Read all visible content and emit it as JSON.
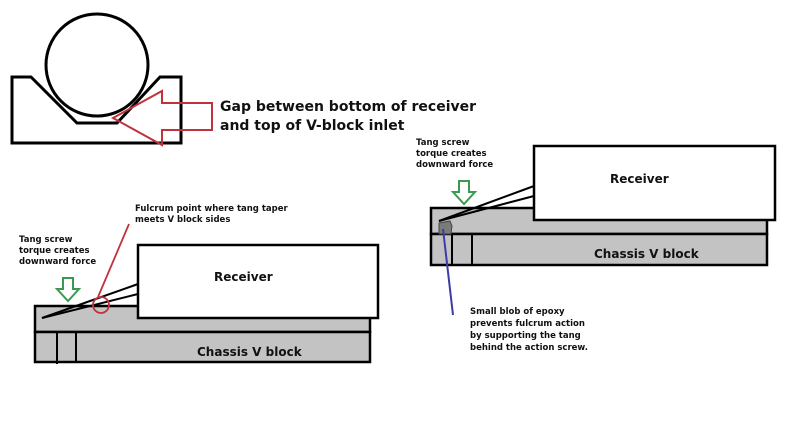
{
  "colors": {
    "outline": "#000000",
    "block_fill": "#c3c3c3",
    "receiver_fill": "#ffffff",
    "red_annotation": "#c0323c",
    "green_arrow": "#3c9a50",
    "blue_pointer": "#3c3ca8",
    "epoxy_fill": "#7a7a7a"
  },
  "top_diagram": {
    "gap_label_line1": "Gap between bottom of receiver",
    "gap_label_line2": "and top of V-block inlet"
  },
  "left_diagram": {
    "receiver_label": "Receiver",
    "block_label": "Chassis V block",
    "tang_note": [
      "Tang screw",
      "torque creates",
      "downward force"
    ],
    "fulcrum_note": [
      "Fulcrum point where tang taper",
      "meets V block sides"
    ]
  },
  "right_diagram": {
    "receiver_label": "Receiver",
    "block_label": "Chassis V block",
    "tang_note": [
      "Tang screw",
      "torque creates",
      "downward force"
    ],
    "epoxy_note": [
      "Small blob of epoxy",
      "prevents fulcrum action",
      "by supporting the tang",
      "behind the action screw."
    ]
  }
}
